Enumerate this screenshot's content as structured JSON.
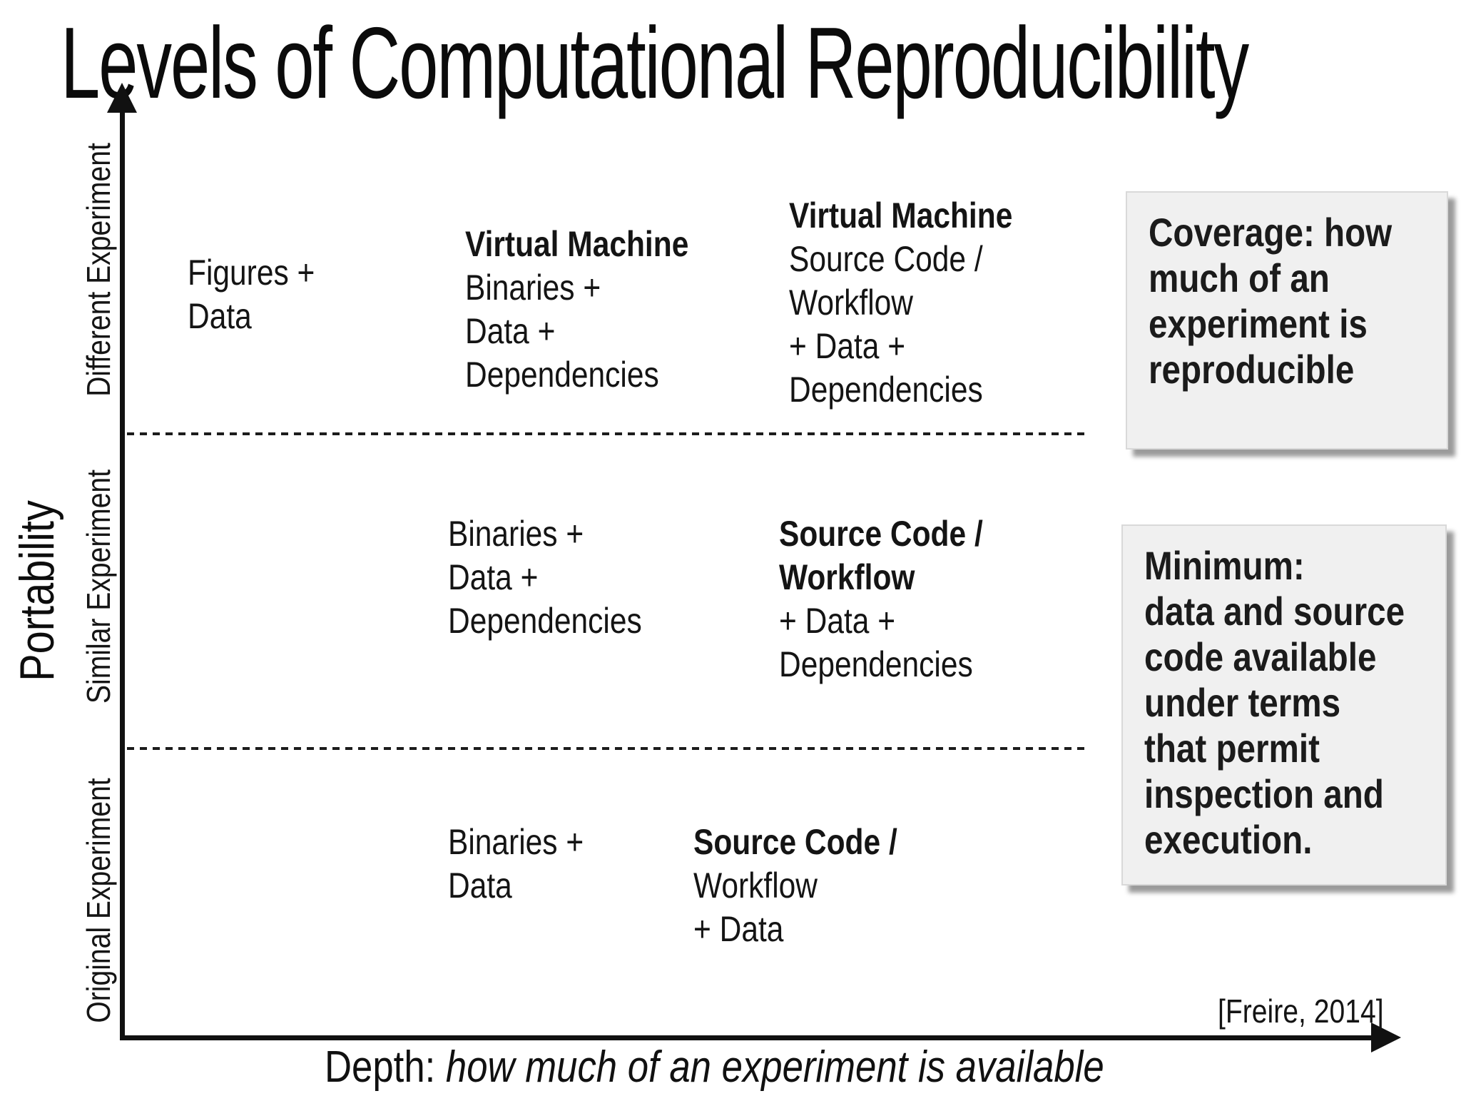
{
  "title": "Levels of Computational Reproducibility",
  "y_axis": {
    "label": "Portability",
    "bands": {
      "band1": "Different Experiment",
      "band2": "Similar Experiment",
      "band3": "Original Experiment"
    }
  },
  "x_axis": {
    "prefix": "Depth: ",
    "italic": "how much of an experiment is available"
  },
  "citation": "[Freire, 2014]",
  "grid": {
    "band1": {
      "col1": {
        "l1": "Figures +",
        "l2": "Data"
      },
      "col2": {
        "l1": "Virtual Machine",
        "l2": "Binaries +",
        "l3": "Data +",
        "l4": "Dependencies"
      },
      "col3": {
        "l1": "Virtual Machine",
        "l2": "Source Code /",
        "l3": "Workflow",
        "l4": "+ Data +",
        "l5": "Dependencies"
      }
    },
    "band2": {
      "col2": {
        "l1": "Binaries +",
        "l2": "Data +",
        "l3": "Dependencies"
      },
      "col3": {
        "l1": "Source Code /",
        "l2": "Workflow",
        "l3": "+ Data +",
        "l4": "Dependencies"
      }
    },
    "band3": {
      "col2": {
        "l1": "Binaries +",
        "l2": "Data"
      },
      "col3": {
        "l1": "Source Code /",
        "l2": "Workflow",
        "l3": "+ Data"
      }
    }
  },
  "boxes": {
    "coverage": {
      "l1": "Coverage: how",
      "l2": "much of an",
      "l3": "experiment is",
      "l4": "reproducible"
    },
    "minimum": {
      "l1": "Minimum:",
      "l2": "data and source",
      "l3": "code available",
      "l4": "under terms",
      "l5": "that permit",
      "l6": "inspection and",
      "l7": "execution."
    }
  },
  "colors": {
    "text": "#111111",
    "box_background": "#f0f0f0",
    "box_shadow": "#9b9b9b"
  }
}
